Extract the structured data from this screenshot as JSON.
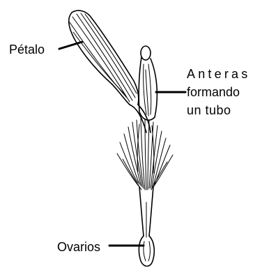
{
  "labels": {
    "petalo": "Pétalo",
    "anteras_line1": "Anteras",
    "anteras_line2": "formando",
    "anteras_line3": "un tubo",
    "ovarios": "Ovarios"
  }
}
